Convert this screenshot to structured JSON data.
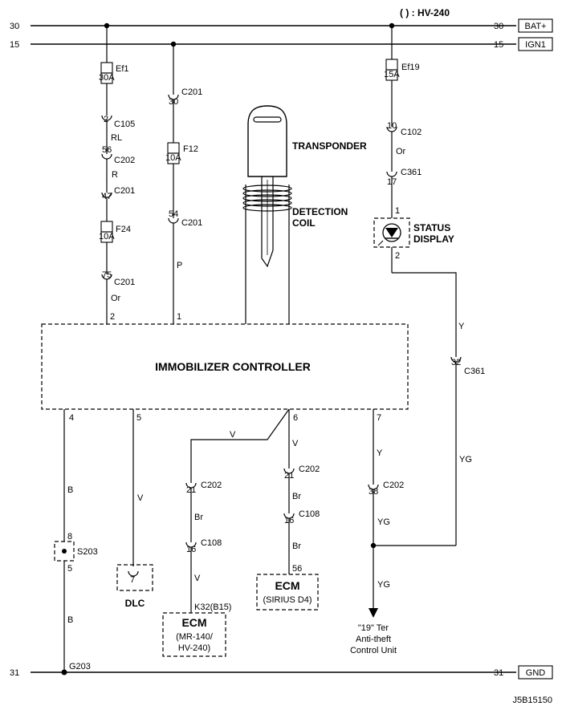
{
  "header": {
    "variant_note": "( ) : HV-240"
  },
  "rails": {
    "top30": {
      "left_num": "30",
      "right_num": "30",
      "tag": "BAT+"
    },
    "top15": {
      "left_num": "15",
      "right_num": "15",
      "tag": "IGN1"
    },
    "bottom31": {
      "left_num": "31",
      "right_num": "31",
      "tag": "GND",
      "ground_label": "G203"
    }
  },
  "components": {
    "controller": "IMMOBILIZER CONTROLLER",
    "transponder": "TRANSPONDER",
    "coil_line1": "DETECTION",
    "coil_line2": "COIL",
    "status_line1": "STATUS",
    "status_line2": "DISPLAY",
    "dlc": "DLC",
    "ecm_left_title": "ECM",
    "ecm_left_sub1": "(MR-140/",
    "ecm_left_sub2": "HV-240)",
    "ecm_right_title": "ECM",
    "ecm_right_sub": "(SIRIUS D4)",
    "antitheft_line1": "\"19\" Ter",
    "antitheft_line2": "Anti-theft",
    "antitheft_line3": "Control Unit",
    "splice": "S203",
    "diagram_id": "J5B15150"
  },
  "fuses": {
    "ef1": {
      "name": "Ef1",
      "rating": "30A"
    },
    "f12": {
      "name": "F12",
      "rating": "10A"
    },
    "f24": {
      "name": "F24",
      "rating": "10A"
    },
    "ef19": {
      "name": "Ef19",
      "rating": "15A"
    }
  },
  "pins": {
    "ctrl_2": "2",
    "ctrl_1": "1",
    "ctrl_4": "4",
    "ctrl_5": "5",
    "ctrl_6": "6",
    "ctrl_7": "7",
    "status_1": "1",
    "status_2": "2",
    "splice_top": "8",
    "splice_bottom": "5",
    "dlc_pin": "7",
    "ecm_left_pin": "K32(B15)",
    "ecm_right_pin": "56"
  },
  "connectors": {
    "c105_2": {
      "num": "2",
      "name": "C105"
    },
    "c202_56": {
      "num": "56",
      "name": "C202"
    },
    "c201_47": {
      "num": "47",
      "name": "C201"
    },
    "c201_75": {
      "num": "75",
      "name": "C201"
    },
    "c201_30": {
      "num": "30",
      "name": "C201"
    },
    "c201_54": {
      "num": "54",
      "name": "C201"
    },
    "c102_10": {
      "num": "10",
      "name": "C102"
    },
    "c361_17": {
      "num": "17",
      "name": "C361"
    },
    "c361_32": {
      "num": "32",
      "name": "C361"
    },
    "c202_21a": {
      "num": "21",
      "name": "C202"
    },
    "c108_16a": {
      "num": "16",
      "name": "C108"
    },
    "c202_21b": {
      "num": "21",
      "name": "C202"
    },
    "c108_16b": {
      "num": "16",
      "name": "C108"
    },
    "c202_38": {
      "num": "38",
      "name": "C202"
    }
  },
  "wire_colors": {
    "rl": "RL",
    "r": "R",
    "or_a": "Or",
    "p": "P",
    "or_b": "Or",
    "y_a": "Y",
    "b_a": "B",
    "b_b": "B",
    "v_a": "V",
    "v_b": "V",
    "v_c": "V",
    "v_d": "V",
    "br_a": "Br",
    "br_b": "Br",
    "y_b": "Y",
    "yg_a": "YG",
    "yg_b": "YG",
    "yg_c": "YG"
  }
}
